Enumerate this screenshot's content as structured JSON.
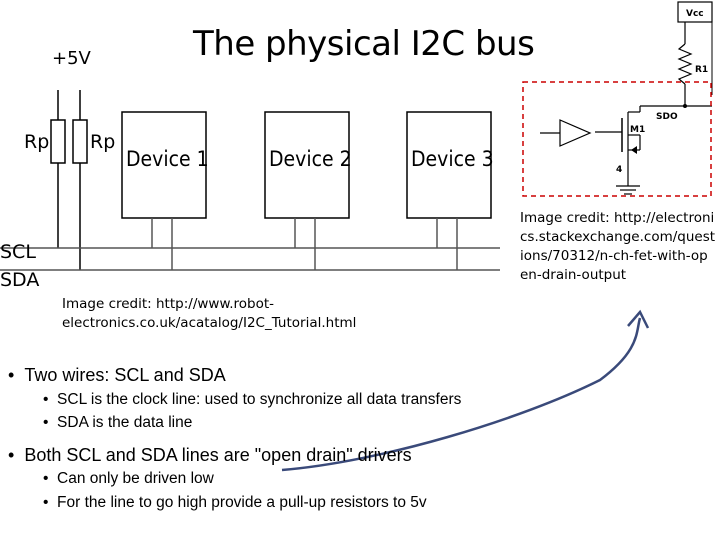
{
  "title": "The physical I2C bus",
  "left_diagram": {
    "supply_label": "+5V",
    "resistor_labels": [
      "Rp",
      "Rp"
    ],
    "line_labels": [
      "SCL",
      "SDA"
    ],
    "devices": [
      "Device 1",
      "Device 2",
      "Device 3"
    ],
    "credit": "Image credit: http://www.robot-electronics.co.uk/acatalog/I2C_Tutorial.html"
  },
  "right_diagram": {
    "vcc_label": "Vcc",
    "resistor_label": "R1",
    "output_label": "SDO",
    "fet_label": "M1",
    "pin_label": "4",
    "credit": "Image credit: http://electronics.stackexchange.com/questions/70312/n-ch-fet-with-open-drain-output"
  },
  "bullets": [
    {
      "text": "Two wires: SCL and SDA",
      "sub": [
        "SCL is the clock line: used to synchronize all data transfers",
        "SDA is the data line"
      ]
    },
    {
      "text": "Both SCL and SDA lines are \"open drain\" drivers",
      "sub": [
        "Can only be driven low",
        "For the line to go high provide a pull-up resistors to 5v"
      ]
    }
  ],
  "colors": {
    "arrow": "#3a4a7a",
    "lines": "#000000",
    "wires": "#666666"
  }
}
